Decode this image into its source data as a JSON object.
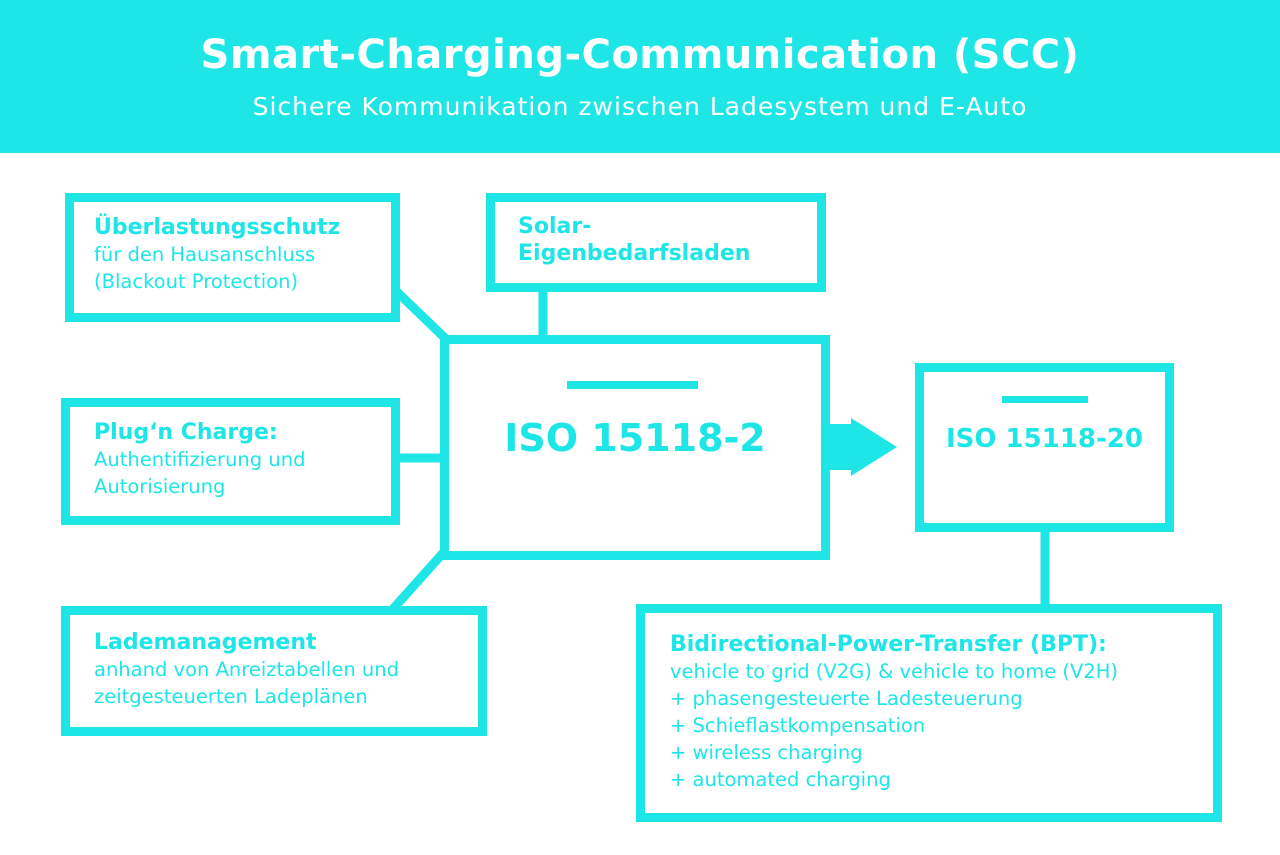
{
  "header": {
    "title": "Smart-Charging-Communication (SCC)",
    "subtitle": "Sichere Kommunikation zwischen Ladesystem und E-Auto"
  },
  "colors": {
    "accent": "#1ee6e6",
    "background": "#ffffff",
    "header_text": "#ffffff"
  },
  "boxes": {
    "overload": {
      "head": "Überlastungsschutz",
      "lines": [
        "für den Hausanschluss",
        "(Blackout Protection)"
      ]
    },
    "solar": {
      "lines": [
        "Solar-",
        "Eigenbedarfsladen"
      ]
    },
    "plugncharge": {
      "head": "Plug‘n Charge:",
      "lines": [
        "Authentifizierung und",
        "Autorisierung"
      ]
    },
    "lademanagement": {
      "head": "Lademanagement",
      "lines": [
        "anhand von Anreiztabellen und",
        "zeitgesteuerten Ladeplänen"
      ]
    },
    "iso2": {
      "label": "ISO 15118-2"
    },
    "iso20": {
      "label": "ISO 15118-20"
    },
    "bpt": {
      "head": "Bidirectional-Power-Transfer (BPT):",
      "lines": [
        "vehicle to grid (V2G) & vehicle to home (V2H)",
        "+ phasengesteuerte Ladesteuerung",
        "+ Schieflastkompensation",
        "+ wireless charging",
        "+ automated charging"
      ]
    }
  },
  "icons": {
    "arrow": "arrow-right-icon"
  }
}
